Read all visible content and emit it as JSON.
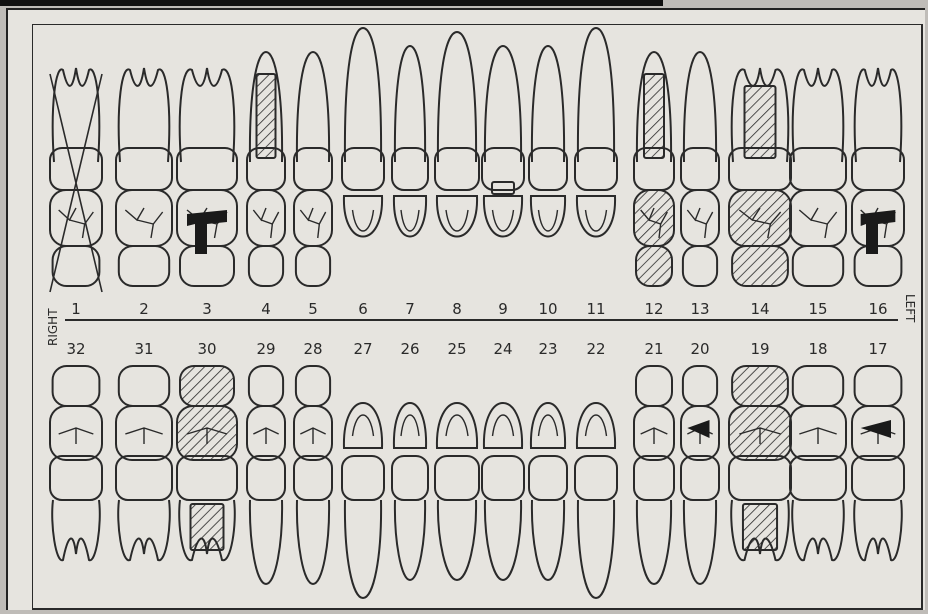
{
  "chart": {
    "side_right": "RIGHT",
    "side_left": "LEFT",
    "upper_numbers": [
      "1",
      "2",
      "3",
      "4",
      "5",
      "6",
      "7",
      "8",
      "9",
      "10",
      "11",
      "12",
      "13",
      "14",
      "15",
      "16"
    ],
    "lower_numbers": [
      "32",
      "31",
      "30",
      "29",
      "28",
      "27",
      "26",
      "25",
      "24",
      "23",
      "22",
      "21",
      "20",
      "19",
      "18",
      "17"
    ]
  },
  "markings": {
    "missing": [
      "1"
    ],
    "root_canal_crown": [
      "4",
      "12",
      "14"
    ],
    "crown": [
      "12",
      "14",
      "30",
      "19"
    ],
    "amalgam": [
      "3",
      "16",
      "17",
      "20"
    ],
    "filling_outline": [
      "9"
    ],
    "root_canal": [
      "30",
      "19"
    ]
  },
  "colors": {
    "ink": "#2a2a2a",
    "paper": "#e6e4df"
  }
}
